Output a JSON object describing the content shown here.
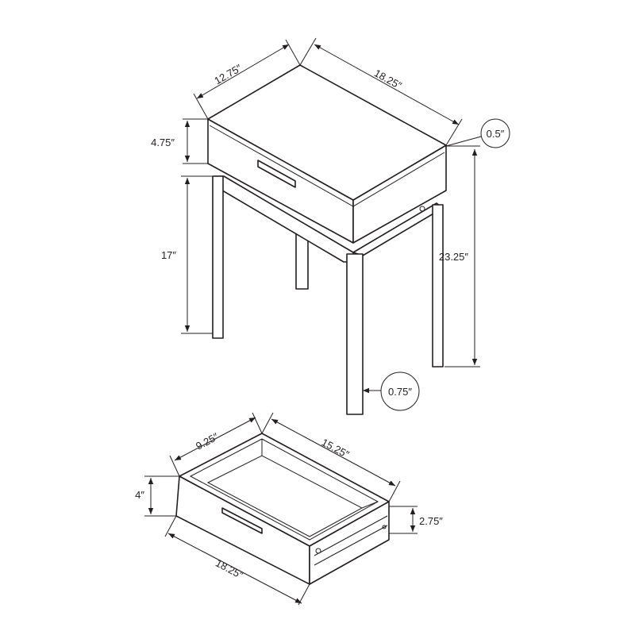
{
  "table": {
    "top_depth": "12.75″",
    "top_width": "18.25″",
    "drawer_height": "4.75″",
    "top_thickness": "0.5″",
    "leg_clearance": "17″",
    "total_height": "23.25″",
    "leg_size": "0.75″"
  },
  "drawer": {
    "inner_depth": "9.25″",
    "inner_width": "15.25″",
    "height": "4″",
    "inner_height": "2.75″",
    "front_width": "18.25″"
  },
  "colors": {
    "line": "#231f20",
    "background": "#ffffff"
  }
}
